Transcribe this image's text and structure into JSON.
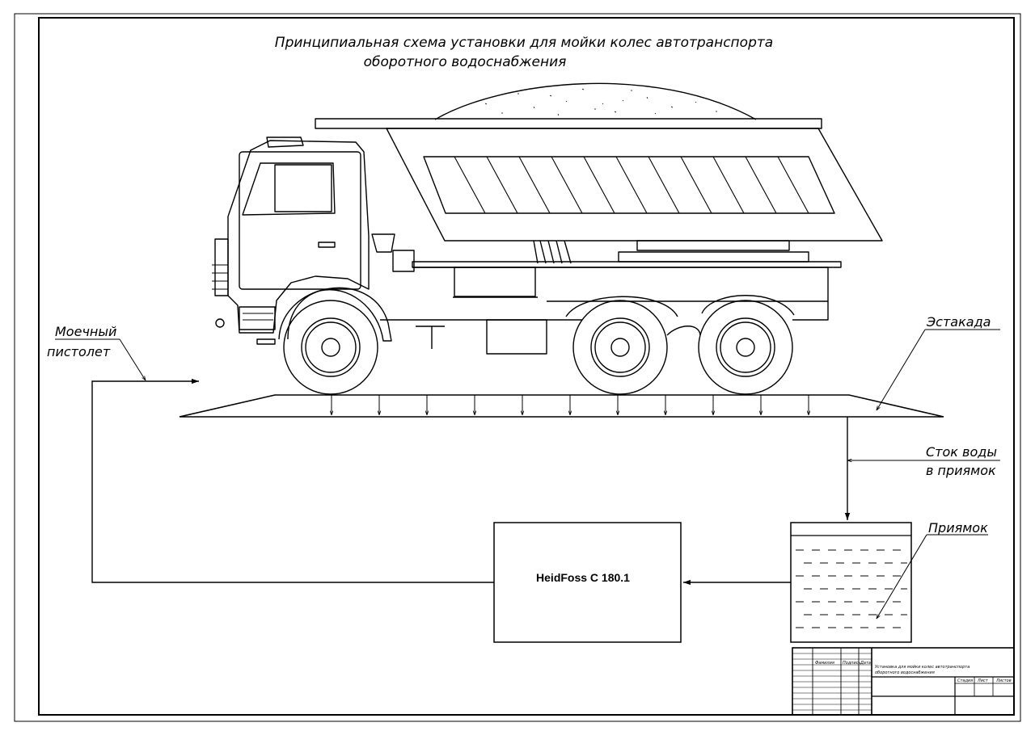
{
  "title": {
    "line1": "Принципиальная схема установки для мойки колес автотранспорта",
    "line2": "оборотного водоснабжения"
  },
  "labels": {
    "gun_line1": "Моечный",
    "gun_line2": "пистолет",
    "estakada": "Эстакада",
    "drain_line1": "Сток воды",
    "drain_line2": "в приямок",
    "sump": "Приямок",
    "unit": "HeidFoss C 180.1"
  },
  "title_block": {
    "col_surname": "Фамилия",
    "col_signature": "Подпись",
    "col_date": "Дата",
    "doc_line1": "Установка для мойки колес автотранспорта",
    "doc_line2": "оборотного водоснабжения",
    "col_stage": "Стадия",
    "col_sheet": "Лист",
    "col_sheets": "Листов"
  },
  "colors": {
    "line": "#000000",
    "background": "#ffffff"
  }
}
